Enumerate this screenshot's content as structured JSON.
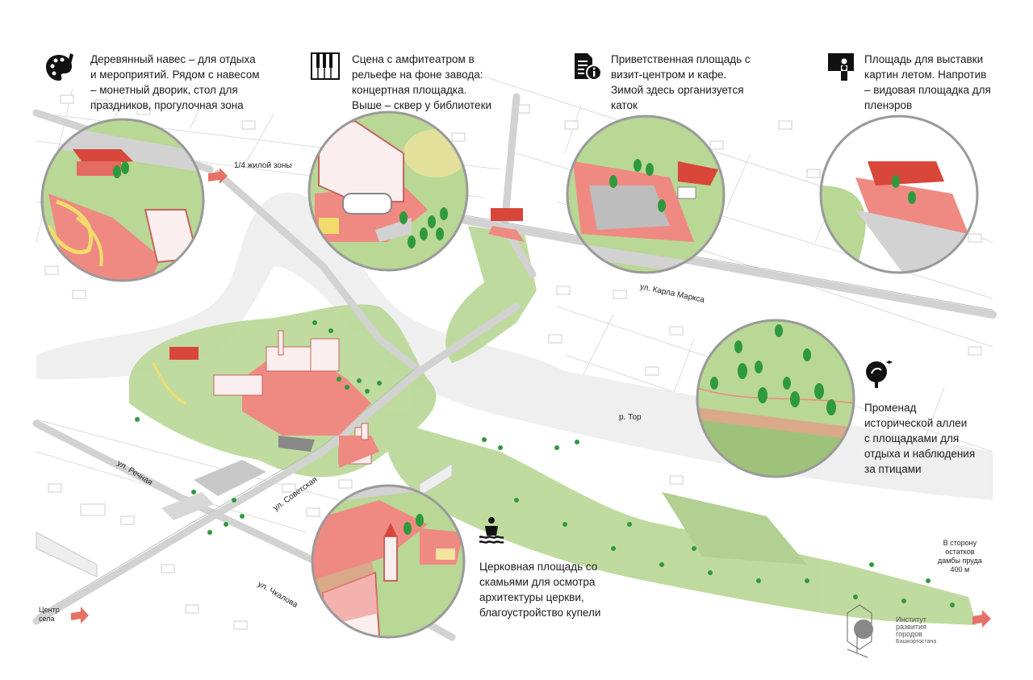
{
  "callouts": [
    {
      "id": "canopy",
      "icon": "palette-icon",
      "lines": [
        "Деревянный навес – для отдыха",
        "и мероприятий. Рядом с навесом",
        "– монетный дворик, стол для",
        "праздников, прогулочная зона"
      ]
    },
    {
      "id": "stage",
      "icon": "piano-keys-icon",
      "lines": [
        "Сцена с амфитеатром в",
        "рельефе на фоне завода:",
        "концертная площадка.",
        "Выше – сквер у библиотеки"
      ]
    },
    {
      "id": "welcome",
      "icon": "info-document-icon",
      "lines": [
        "Приветственная площадь с",
        "визит-центром и кафе.",
        "Зимой здесь организуется",
        "каток"
      ]
    },
    {
      "id": "exhibition",
      "icon": "easel-person-icon",
      "lines": [
        "Площадь для выставки",
        "картин летом. Напротив",
        "– видовая площадка для",
        "пленэров"
      ]
    },
    {
      "id": "promenade",
      "icon": "tree-bird-icon",
      "lines": [
        "Променад",
        "исторической аллеи",
        "с площадками для",
        "отдыха и наблюдения",
        "за птицами"
      ]
    },
    {
      "id": "church",
      "icon": "bather-water-icon",
      "lines": [
        "Церковная площадь со",
        "скамьями для осмотра",
        "архитектуры церкви,",
        "благоустройство купели"
      ]
    }
  ],
  "labels": {
    "quarter_zone": "1/4 жилой зоны",
    "river": "р. Тор",
    "center_lines": [
      "Центр",
      "села"
    ],
    "dam_lines": [
      "В сторону",
      "остатков",
      "дамбы пруда",
      "400 м"
    ]
  },
  "streets": {
    "karl_marx": "ул. Карла Маркса",
    "rechnaya": "ул. Речная",
    "sovetskaya": "ул. Советская",
    "chkalova": "ул. Чкалова"
  },
  "logo": {
    "lines": [
      "Институт",
      "развития",
      "городов",
      "Башкортостана"
    ]
  },
  "colors": {
    "green": "#b9d795",
    "green_dark": "#2f9a3d",
    "pink": "#ef8a83",
    "building_red": "#d9463a",
    "road": "#d2d2d2",
    "water": "#eeeeee",
    "yellow": "#f2dc6b"
  }
}
